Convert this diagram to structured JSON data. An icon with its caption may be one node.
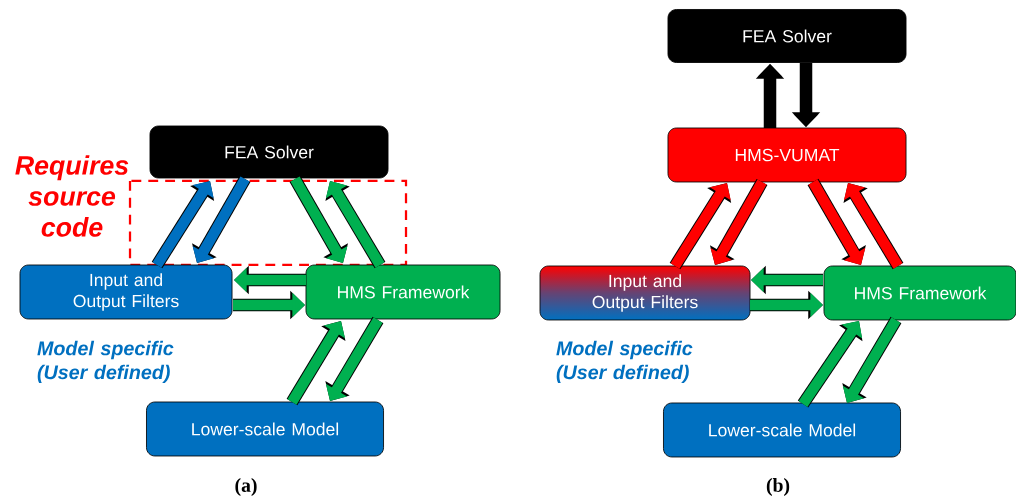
{
  "diagram": {
    "nodes": [
      {
        "text": [
          "FEA Solver"
        ]
      },
      {
        "text": [
          "Input and Output Filters"
        ],
        "beside": [
          "Model specific (User defined)"
        ]
      },
      {
        "text": [
          "HMS Framework"
        ]
      },
      {
        "text": [
          "Lower-scale Model"
        ]
      },
      {
        "text": [
          "FEA Solver"
        ]
      },
      {
        "text": [
          "HMS-VUMAT"
        ]
      },
      {
        "text": [
          "Input and Output Filters"
        ],
        "beside": [
          "Model specific (User defined)"
        ]
      },
      {
        "text": [
          "HMS Framework"
        ]
      },
      {
        "text": [
          "Lower-scale Model"
        ]
      }
    ],
    "edges": [
      {
        "from": 1,
        "to": 0,
        "arrow": "to",
        "color": "#0070c0"
      },
      {
        "from": 0,
        "to": 1,
        "arrow": "to",
        "color": "#0070c0"
      },
      {
        "from": 0,
        "to": 2,
        "arrow": "to"
      },
      {
        "from": 2,
        "to": 0,
        "arrow": "to"
      },
      {
        "from": 2,
        "to": 1,
        "arrow": "to"
      },
      {
        "from": 1,
        "to": 2,
        "arrow": "to"
      },
      {
        "from": 3,
        "to": 2,
        "arrow": "to"
      },
      {
        "from": 2,
        "to": 3,
        "arrow": "to"
      },
      {
        "from": 5,
        "to": 4,
        "arrow": "to",
        "color": "#000000"
      },
      {
        "from": 4,
        "to": 5,
        "arrow": "to",
        "color": "#000000"
      },
      {
        "from": 6,
        "to": 5,
        "arrow": "to",
        "color": "#ff0000"
      },
      {
        "from": 5,
        "to": 6,
        "arrow": "to",
        "color": "#ff0000"
      },
      {
        "from": 5,
        "to": 7,
        "arrow": "to",
        "color": "#ff0000"
      },
      {
        "from": 7,
        "to": 5,
        "arrow": "to",
        "color": "#ff0000"
      },
      {
        "from": 7,
        "to": 6,
        "arrow": "to"
      },
      {
        "from": 6,
        "to": 7,
        "arrow": "to"
      },
      {
        "from": 8,
        "to": 7,
        "arrow": "to"
      },
      {
        "from": 7,
        "to": 8,
        "arrow": "to"
      }
    ],
    "labels": [
      "Requires source code",
      "(a)",
      "(b)"
    ]
  }
}
